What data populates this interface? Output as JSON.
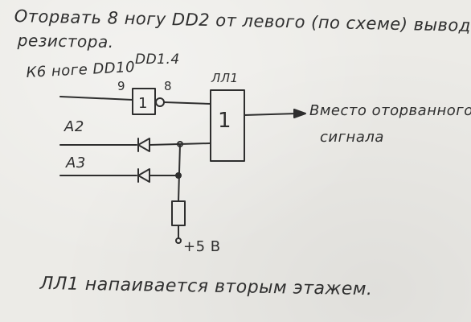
{
  "note": {
    "line1": "Оторвать 8 ногу DD2 от левого (по схеме) вывода",
    "line2": "резистора."
  },
  "schematic": {
    "input_label": "К6 ноге DD10",
    "inverter_ref": "DD1.4",
    "inverter_pin_in": "9",
    "inverter_pin_out": "8",
    "inverter_symbol": "1",
    "gate_ref": "ЛЛ1",
    "gate_symbol": "1",
    "input_a2": "A2",
    "input_a3": "A3",
    "output_label_line1": "Вместо оторванного",
    "output_label_line2": "сигнала",
    "supply_label": "+5 В"
  },
  "footer": {
    "text": "ЛЛ1 напаивается вторым этажем."
  }
}
